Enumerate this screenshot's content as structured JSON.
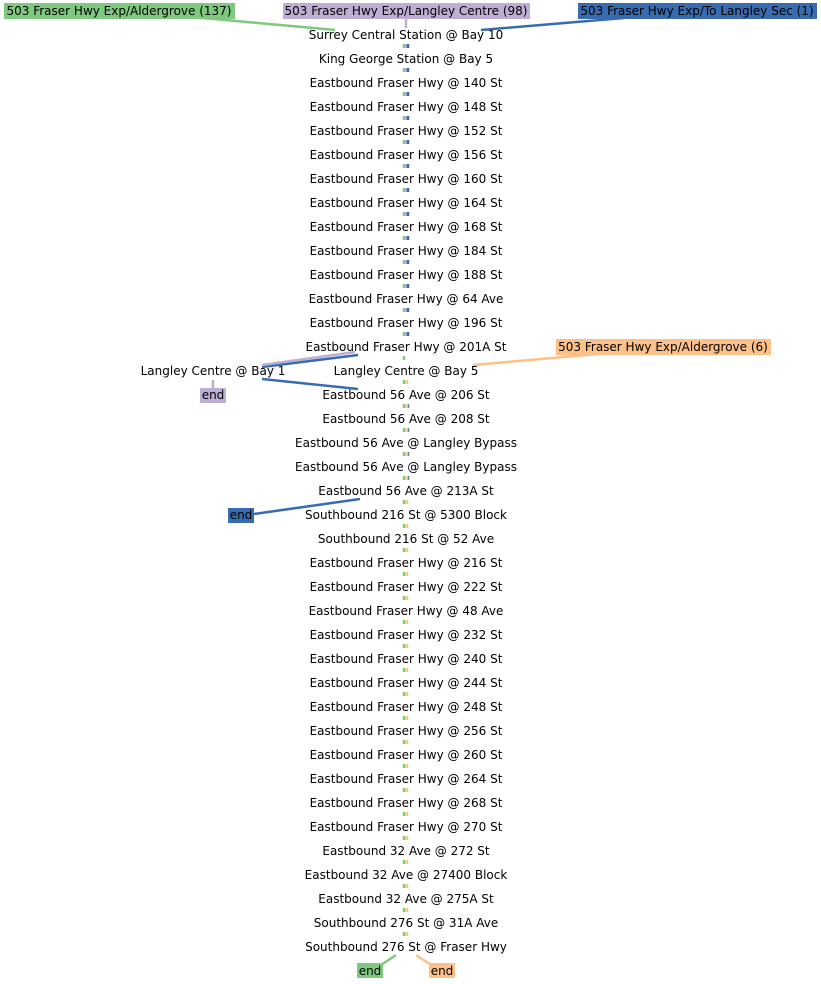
{
  "colors": {
    "green": "#7fc97f",
    "purple": "#beaed4",
    "orange": "#fdc086",
    "blue": "#386cb0"
  },
  "route_labels": [
    {
      "text": "503 Fraser Hwy Exp/Aldergrove (137)",
      "color": "green"
    },
    {
      "text": "503 Fraser Hwy Exp/Langley Centre (98)",
      "color": "purple"
    },
    {
      "text": "503 Fraser Hwy Exp/To Langley Sec (1)",
      "color": "blue"
    },
    {
      "text": "503 Fraser Hwy Exp/Aldergrove (6)",
      "color": "orange"
    }
  ],
  "stops": [
    "Surrey Central Station @ Bay 10",
    "King George Station @ Bay 5",
    "Eastbound Fraser Hwy @ 140 St",
    "Eastbound Fraser Hwy @ 148 St",
    "Eastbound Fraser Hwy @ 152 St",
    "Eastbound Fraser Hwy @ 156 St",
    "Eastbound Fraser Hwy @ 160 St",
    "Eastbound Fraser Hwy @ 164 St",
    "Eastbound Fraser Hwy @ 168 St",
    "Eastbound Fraser Hwy @ 184 St",
    "Eastbound Fraser Hwy @ 188 St",
    "Eastbound Fraser Hwy @ 64 Ave",
    "Eastbound Fraser Hwy @ 196 St",
    "Eastbound Fraser Hwy @ 201A St",
    "Langley Centre @ Bay 5",
    "Eastbound 56 Ave @ 206 St",
    "Eastbound 56 Ave @ 208 St",
    "Eastbound 56 Ave @ Langley Bypass",
    "Eastbound 56 Ave @ Langley Bypass",
    "Eastbound 56 Ave @ 213A St",
    "Southbound 216 St @ 5300 Block",
    "Southbound 216 St @ 52 Ave",
    "Eastbound Fraser Hwy @ 216 St",
    "Eastbound Fraser Hwy @ 222 St",
    "Eastbound Fraser Hwy @ 48 Ave",
    "Eastbound Fraser Hwy @ 232 St",
    "Eastbound Fraser Hwy @ 240 St",
    "Eastbound Fraser Hwy @ 244 St",
    "Eastbound Fraser Hwy @ 248 St",
    "Eastbound Fraser Hwy @ 256 St",
    "Eastbound Fraser Hwy @ 260 St",
    "Eastbound Fraser Hwy @ 264 St",
    "Eastbound Fraser Hwy @ 268 St",
    "Eastbound Fraser Hwy @ 270 St",
    "Eastbound 32 Ave @ 272 St",
    "Eastbound 32 Ave @ 27400 Block",
    "Eastbound 32 Ave @ 275A St",
    "Southbound 276 St @ 31A Ave",
    "Southbound 276 St @ Fraser Hwy"
  ],
  "side_stop": "Langley Centre @ Bay 1",
  "end_label": "end"
}
